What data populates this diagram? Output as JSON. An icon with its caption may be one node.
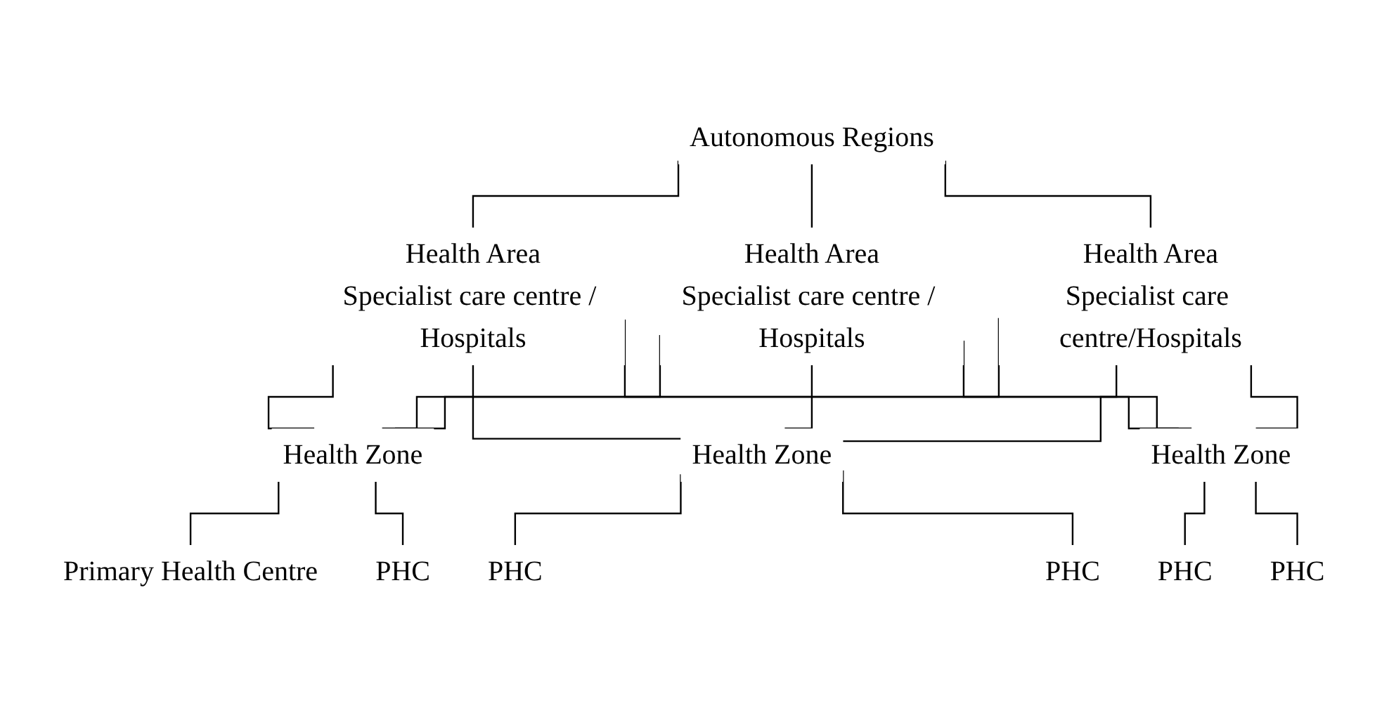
{
  "diagram": {
    "nodes": [
      {
        "text": [
          "Autonomous Regions"
        ]
      },
      {
        "text": [
          "Health Area",
          "Specialist care centre / Hospitals"
        ]
      },
      {
        "text": [
          "Health Area",
          "Specialist care centre / Hospitals"
        ]
      },
      {
        "text": [
          "Health Area",
          "Specialist care centre/Hospitals"
        ]
      },
      {
        "text": [
          "Health Zone"
        ]
      },
      {
        "text": [
          "Health Zone"
        ]
      },
      {
        "text": [
          "Health Zone"
        ]
      },
      {
        "text": [
          "Primary Health Centre"
        ]
      },
      {
        "text": [
          "PHC"
        ]
      },
      {
        "text": [
          "PHC"
        ]
      },
      {
        "text": [
          "PHC"
        ]
      },
      {
        "text": [
          "PHC"
        ]
      },
      {
        "text": [
          "PHC"
        ]
      }
    ],
    "edges": [
      {
        "from": 0,
        "to": 1,
        "arrow": "none"
      },
      {
        "from": 0,
        "to": 2,
        "arrow": "none"
      },
      {
        "from": 0,
        "to": 3,
        "arrow": "none"
      },
      {
        "from": 1,
        "to": 4,
        "arrow": "none"
      },
      {
        "from": 1,
        "to": 5,
        "arrow": "none"
      },
      {
        "from": 1,
        "to": 6,
        "arrow": "none"
      },
      {
        "from": 2,
        "to": 4,
        "arrow": "none"
      },
      {
        "from": 2,
        "to": 5,
        "arrow": "none"
      },
      {
        "from": 2,
        "to": 6,
        "arrow": "none"
      },
      {
        "from": 3,
        "to": 4,
        "arrow": "none"
      },
      {
        "from": 3,
        "to": 5,
        "arrow": "none"
      },
      {
        "from": 3,
        "to": 6,
        "arrow": "none"
      },
      {
        "from": 4,
        "to": 7,
        "arrow": "none"
      },
      {
        "from": 4,
        "to": 8,
        "arrow": "none"
      },
      {
        "from": 5,
        "to": 9,
        "arrow": "none"
      },
      {
        "from": 5,
        "to": 10,
        "arrow": "none"
      },
      {
        "from": 6,
        "to": 11,
        "arrow": "none"
      },
      {
        "from": 6,
        "to": 12,
        "arrow": "none"
      }
    ]
  }
}
